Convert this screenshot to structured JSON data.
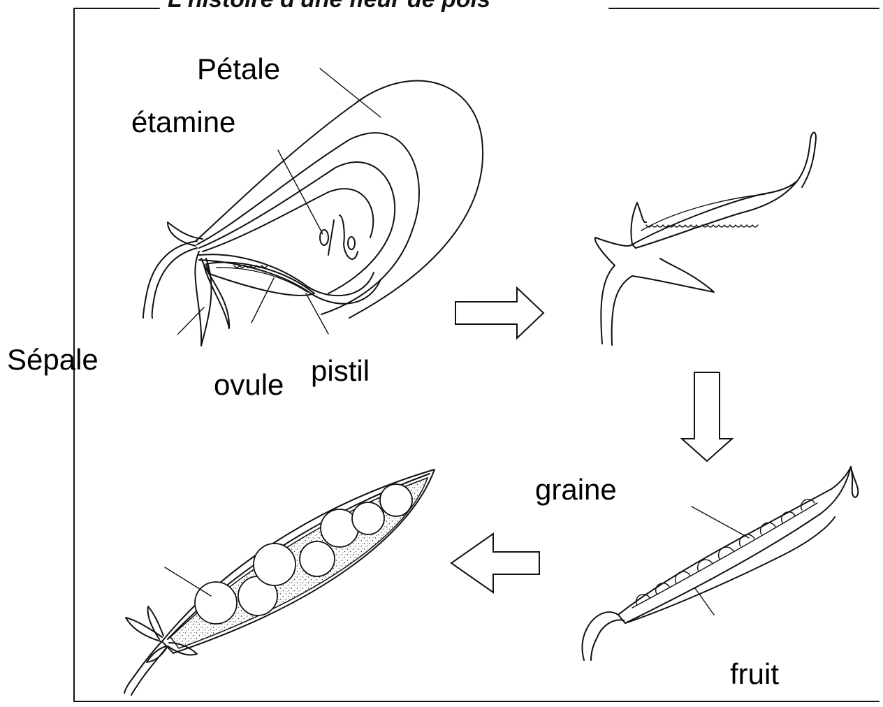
{
  "title": "L'histoire d'une fleur de pois",
  "labels": {
    "petale": "Pétale",
    "etamine": "étamine",
    "sepale": "Sépale",
    "ovule": "ovule",
    "pistil": "pistil",
    "graine": "graine",
    "fruit": "fruit"
  },
  "colors": {
    "ink": "#111111",
    "background": "#ffffff"
  }
}
